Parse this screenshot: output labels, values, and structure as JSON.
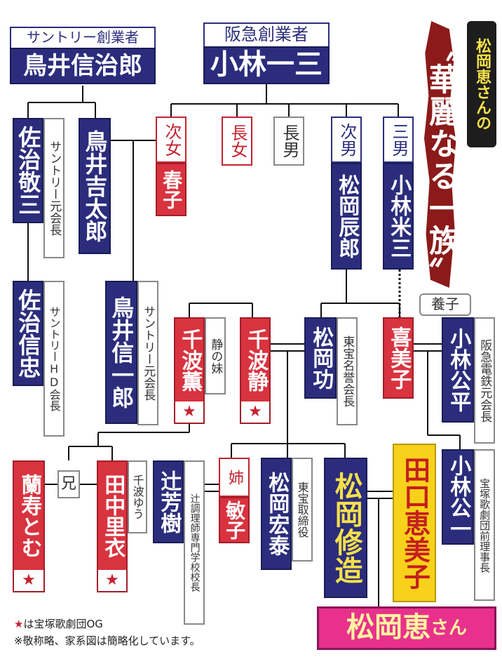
{
  "banner": {
    "title": "〝華麗なる一族〟",
    "subtitle": "松岡恵さんの"
  },
  "root": {
    "role": "阪急創業者",
    "name": "小林一三"
  },
  "torii": {
    "role": "サントリー創業者",
    "name": "鳥井信治郎"
  },
  "gen2": {
    "saji_keizo": "佐治敬三",
    "saji_keizo_role": "サントリー元会長",
    "torii_kichitaro": "鳥井吉太郎",
    "jijo_label": "次女",
    "haruko": "春子",
    "chojo": "長女",
    "chonan": "長男",
    "jinan_label": "次男",
    "matsuoka_tatsuro": "松岡辰郎",
    "sannan_label": "三男",
    "kobayashi_yonezo": "小林米三"
  },
  "gen3": {
    "saji_nobutada": "佐治信忠",
    "saji_nobutada_role": "サントリーHD会長",
    "torii_shinichiro": "鳥井信一郎",
    "torii_shinichiro_role": "サントリー元会長",
    "chinami_kaoru": "千波薫",
    "shizu_imouto": "静の妹",
    "chinami_shizu": "千波静",
    "matsuoka_isao": "松岡功",
    "matsuoka_isao_role": "東宝名誉会長",
    "yoshiko": "喜美子",
    "yoshi_label": "養子",
    "kobayashi_kohei": "小林公平",
    "kobayashi_kohei_role": "阪急電鉄元会長"
  },
  "gen4": {
    "ranju_tomu": "蘭寿とむ",
    "ani_label": "兄",
    "tanaka_rie": "田中里衣",
    "tanaka_rie_alias": "千波ゆう",
    "tsuji_yoshiki": "辻芳樹",
    "tsuji_yoshiki_role": "辻調理師専門学校校長",
    "ane_label": "姉",
    "toshiko": "敏子",
    "matsuoka_hiroyasu": "松岡宏泰",
    "matsuoka_hiroyasu_role": "東宝取締役",
    "matsuoka_shuzo": "松岡修造",
    "taguchi_emiko": "田口恵美子",
    "kobayashi_koichi": "小林公一",
    "kobayashi_koichi_role": "宝塚歌劇団前理事長"
  },
  "gen5": {
    "name": "松岡恵",
    "suffix": "さん"
  },
  "star_mark": "★",
  "notes": {
    "star_note": "は宝塚歌劇団OG",
    "simplified_note": "※敬称略、家系図は簡略化しています。"
  }
}
